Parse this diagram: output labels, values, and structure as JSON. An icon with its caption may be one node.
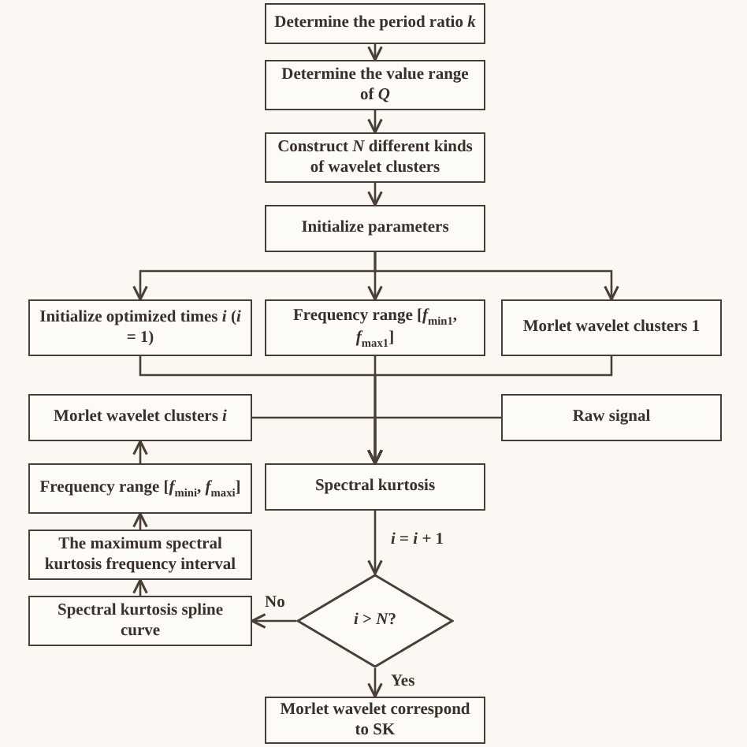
{
  "diagram": {
    "nodes": [
      {
        "text": [
          "Determine the period ratio *k*"
        ]
      },
      {
        "text": [
          "Determine the value range of *Q*"
        ]
      },
      {
        "text": [
          "Construct *N* different kinds of wavelet clusters"
        ]
      },
      {
        "text": [
          "Initialize parameters"
        ]
      },
      {
        "text": [
          "Initialize optimized times *i* (*i* = 1)"
        ]
      },
      {
        "text": [
          "Frequency range [*f*$_{min1}$, *f*$_{max1}$]"
        ]
      },
      {
        "text": [
          "Morlet wavelet clusters 1"
        ]
      },
      {
        "text": [
          "Morlet wavelet clusters *i*"
        ]
      },
      {
        "text": [
          "Raw signal"
        ]
      },
      {
        "text": [
          "Spectral kurtosis"
        ]
      },
      {
        "text": [
          "Frequency range [*f*$_{mini}$, *f*$_{maxi}$]"
        ]
      },
      {
        "text": [
          "The maximum spectral kurtosis frequency interval"
        ]
      },
      {
        "text": [
          "Spectral kurtosis spline curve"
        ]
      },
      {
        "text": [
          "*i* > *N*?"
        ]
      },
      {
        "text": [
          "Morlet wavelet correspond to SK"
        ]
      }
    ],
    "edges": [
      {
        "from": 0,
        "to": 1,
        "arrow": "to"
      },
      {
        "from": 1,
        "to": 2,
        "arrow": "to"
      },
      {
        "from": 2,
        "to": 3,
        "arrow": "to"
      },
      {
        "from": 3,
        "to": 4,
        "arrow": "to"
      },
      {
        "from": 3,
        "to": 5,
        "arrow": "to"
      },
      {
        "from": 3,
        "to": 6,
        "arrow": "to"
      },
      {
        "from": 4,
        "to": 9,
        "arrow": "to"
      },
      {
        "from": 5,
        "to": 9,
        "arrow": "to"
      },
      {
        "from": 6,
        "to": 9,
        "arrow": "to"
      },
      {
        "from": 7,
        "to": 9,
        "arrow": "to"
      },
      {
        "from": 8,
        "to": 9,
        "arrow": "to"
      },
      {
        "from": 9,
        "to": 13,
        "arrow": "to",
        "label": "*i* = *i* + 1"
      },
      {
        "from": 13,
        "to": 12,
        "arrow": "to",
        "label": "No"
      },
      {
        "from": 12,
        "to": 11,
        "arrow": "to"
      },
      {
        "from": 11,
        "to": 10,
        "arrow": "to"
      },
      {
        "from": 10,
        "to": 7,
        "arrow": "to"
      },
      {
        "from": 13,
        "to": 14,
        "arrow": "to",
        "label": "Yes"
      }
    ]
  }
}
